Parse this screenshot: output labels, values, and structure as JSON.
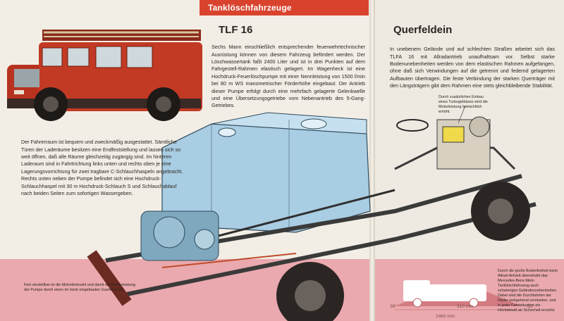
{
  "header": {
    "title": "Tanklöschfahrzeuge"
  },
  "sections": {
    "tlf": {
      "heading": "TLF 16",
      "body": "Sechs Mann einschließlich entsprechender feuerwehrtechnischer Ausrüstung können von diesem Fahrzeug befördert werden. Der Löschwassertank faßt 2400 Liter und ist in drei Punkten auf dem Fahrgestell-Rahmen elastisch gelagert. Im Wagenheck ist eine Hochdruck-Feuerlöschpumpe mit einer Nennleistung von 1500 l/min bei 80 m WS manometrischer Förderhöhe eingebaut. Der Antrieb dieser Pumpe erfolgt durch eine mehrfach gelagerte Gelenkwelle und eine Übersetzungsgetriebe vom Nebenantrieb des 5-Gang-Getriebes."
    },
    "querfeldein": {
      "heading": "Querfeldein",
      "body": "In unebenem Gelände und auf schlechten Straßen arbeitet sich das TLFA 16 mit Allradantrieb unaufhaltsam vor. Selbst starke Bodenunebenheiten werden von dem elastischen Rahmen aufgefangen, ohne daß sich Verwindungen auf die getrennt und federnd gelagerten Aufbauten übertragen. Die feste Verbindung der starken Querträger mit den Längsträgern gibt dem Rahmen eine stets gleichbleibende Stabilität."
    },
    "fahrerraum": {
      "body": "Der Fahrerraum ist bequem und zweckmäßig ausgestattet. Sämtliche Türen der Laderäume besitzen eine Endfeststellung und lassen sich so weit öffnen, daß alle Räume gleichzeitig zugängig sind. Im hinteren Laderaum sind in Fahrtrichtung links unten und rechts oben je eine Lagerungsvorrichtung für zwei tragbare C-Schlauchhaspeln angebracht. Rechts unten neben der Pumpe befindet sich eine Hochdruck-Schlauchhaspel mit 30 m Hochdruck-Schlauch S und Schlauchablauf nach beiden Seiten zum sofortigen Wassergeben."
    }
  },
  "captions": {
    "turbo": "Durch zusätzlichen Einbau eines Turbogebläses wird die Motorleistung beträchtlich erhöht.",
    "fein": "Fein einstellbar ist die Motordrehzahl und damit die Förderleistung der Pumpe durch einen im Heck eingebauten Gashebel (G).",
    "allrad": "Durch die große Bodenfreiheit beim Allrad-Antrieb überwindet das Mercedes-Benz-Metz-Tanklöschfahrzeug auch schwieriges Geländeunebenheiten. Dabei wird die Durchfahrten der Räder weitgehend vermieden, und in jeder Fahrtsituation ein Höchstmaß an Sicherheit erreicht."
  },
  "dimensions": {
    "angle_left": "36°",
    "angle_right": "33°",
    "width": "2460 mm",
    "clearance": "310 mm"
  },
  "colors": {
    "header_red": "#d9432e",
    "pink": "#eaa9ae",
    "tank_blue": "#a9cde3",
    "truck_red": "#b8321f",
    "turbo_yellow": "#f0d94a"
  }
}
